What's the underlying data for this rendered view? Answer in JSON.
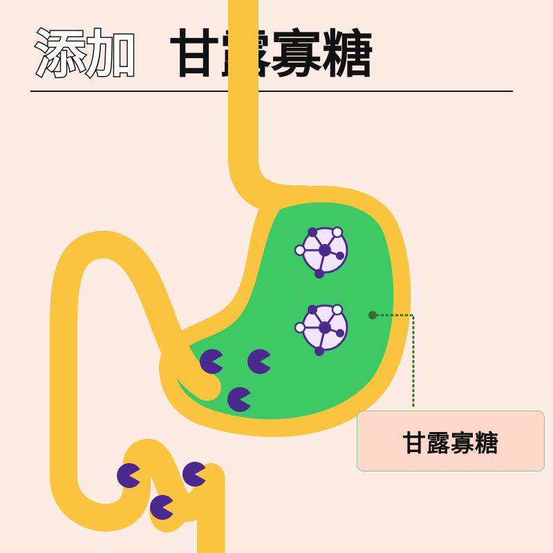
{
  "title": {
    "prefix": "添加",
    "highlight": "甘露寡糖"
  },
  "callout": {
    "label": "甘露寡糖"
  },
  "colors": {
    "background": "#fdece4",
    "digestive_tract": "#fbc43f",
    "stomach_contents": "#3dc964",
    "particle": "#4a2a8f",
    "oligosaccharide_fill": "#f3e4ff",
    "callout_box": "#fcd9cb",
    "callout_border": "#86c98e",
    "leader_line": "#3a6b30"
  },
  "icons": {
    "digestive_tract": "stomach-intestine-illustration",
    "pacman_particle": "bacteria-particle-icon",
    "molecule": "oligosaccharide-molecule-icon"
  }
}
